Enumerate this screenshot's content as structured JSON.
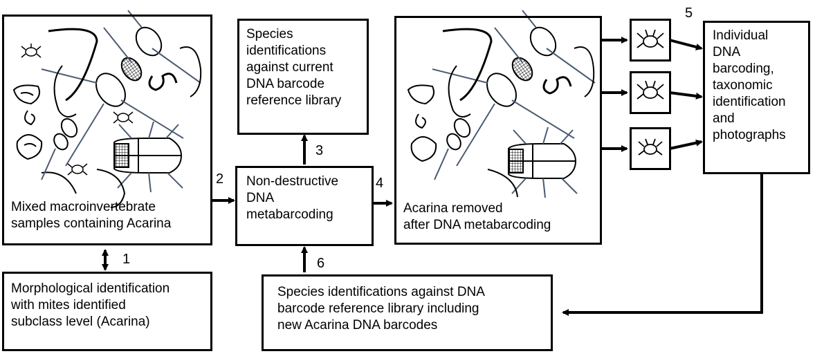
{
  "boxes": {
    "mixed_samples": "Mixed macroinvertebrate\nsamples containing Acarina",
    "species_current": "Species\nidentifications\nagainst current\nDNA barcode\nreference library",
    "non_destructive": "Non-destructive\nDNA\nmetabarcoding",
    "acarina_removed": "Acarina removed\nafter DNA metabarcoding",
    "individual_barcoding": "Individual\nDNA\nbarcoding,\ntaxonomic\nidentification\nand\nphotographs",
    "morphological": "Morphological identification\nwith mites identified\nsubclass level (Acarina)",
    "species_new": "Species identifications against DNA\nbarcode reference library including\nnew Acarina DNA barcodes"
  },
  "steps": [
    "1",
    "2",
    "3",
    "4",
    "5",
    "6"
  ],
  "icons": [
    "mite-icon",
    "beetle-icon",
    "crustacean-icon",
    "snail-shell-icon",
    "worm-icon",
    "water-strider-icon",
    "damselfly-larva-icon"
  ],
  "colors": {
    "stroke": "#000000",
    "legs": "#4a5a70"
  }
}
